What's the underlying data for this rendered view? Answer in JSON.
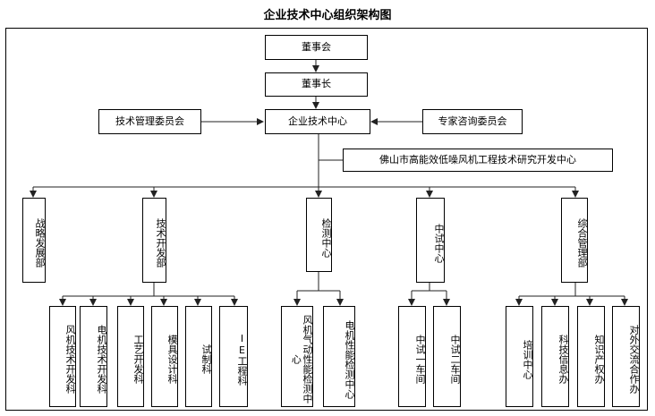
{
  "title": "企业技术中心组织架构图",
  "top": {
    "board": "董事会",
    "chairman": "董事长",
    "center": "企业技术中心",
    "tech_committee": "技术管理委员会",
    "expert_committee": "专家咨询委员会",
    "rd_center": "佛山市高能效低噪风机工程技术研究开发中心"
  },
  "departments": [
    {
      "label": "战略发展部",
      "children": []
    },
    {
      "label": "技术开发部",
      "children": [
        "风机技术开发科",
        "电机技术开发科",
        "工艺开发科",
        "模具设计科",
        "试制科",
        "IE工程科"
      ]
    },
    {
      "label": "检测中心",
      "children": [
        "风机气动性能检测中心",
        "电机性能检测中心"
      ]
    },
    {
      "label": "中试中心",
      "children": [
        "中试一车间",
        "中试二车间"
      ]
    },
    {
      "label": "综合管理部",
      "children": [
        "培训中心",
        "科技信息办",
        "知识产权办",
        "对外交流合作办"
      ]
    }
  ]
}
